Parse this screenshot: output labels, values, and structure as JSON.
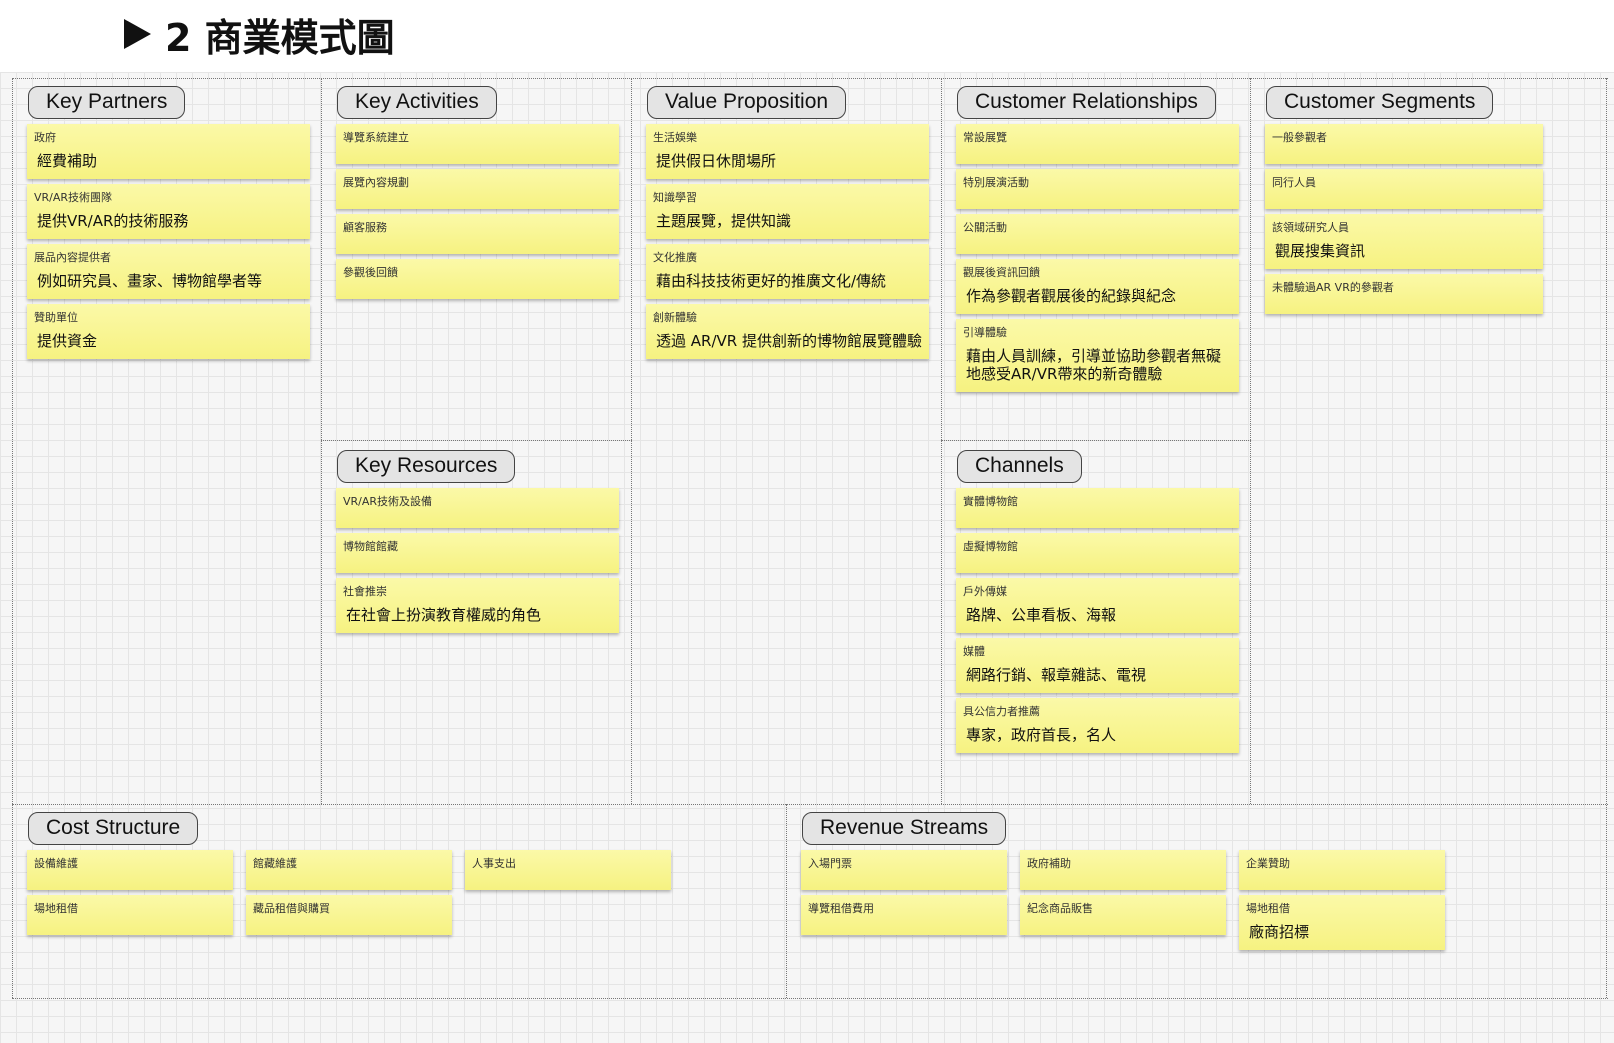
{
  "heading": {
    "text": "2 商業模式圖"
  },
  "canvas": {
    "key_partners": {
      "label": "Key Partners",
      "notes": [
        {
          "title": "政府",
          "body": "經費補助"
        },
        {
          "title": "VR/AR技術團隊",
          "body": "提供VR/AR的技術服務"
        },
        {
          "title": "展品內容提供者",
          "body": "例如研究員、畫家、博物館學者等"
        },
        {
          "title": "贊助單位",
          "body": "提供資金"
        }
      ]
    },
    "key_activities": {
      "label": "Key Activities",
      "notes": [
        {
          "title": "導覽系統建立",
          "body": ""
        },
        {
          "title": "展覽內容規劃",
          "body": ""
        },
        {
          "title": "顧客服務",
          "body": ""
        },
        {
          "title": "參觀後回饋",
          "body": ""
        }
      ]
    },
    "key_resources": {
      "label": "Key Resources",
      "notes": [
        {
          "title": "VR/AR技術及設備",
          "body": ""
        },
        {
          "title": "博物館館藏",
          "body": ""
        },
        {
          "title": "社會推崇",
          "body": "在社會上扮演教育權威的角色"
        }
      ]
    },
    "value_proposition": {
      "label": "Value Proposition",
      "notes": [
        {
          "title": "生活娛樂",
          "body": "提供假日休閒場所"
        },
        {
          "title": "知識學習",
          "body": "主題展覽，提供知識"
        },
        {
          "title": "文化推廣",
          "body": "藉由科技技術更好的推廣文化/傳統"
        },
        {
          "title": "創新體驗",
          "body": "透過 AR/VR 提供創新的博物館展覽體驗"
        }
      ]
    },
    "customer_relationships": {
      "label": "Customer Relationships",
      "notes": [
        {
          "title": "常設展覽",
          "body": ""
        },
        {
          "title": "特別展演活動",
          "body": ""
        },
        {
          "title": "公關活動",
          "body": ""
        },
        {
          "title": "觀展後資訊回饋",
          "body": "作為參觀者觀展後的紀錄與紀念"
        },
        {
          "title": "引導體驗",
          "body": "藉由人員訓練，引導並協助參觀者無礙地感受AR/VR帶來的新奇體驗"
        }
      ]
    },
    "channels": {
      "label": "Channels",
      "notes": [
        {
          "title": "實體博物館",
          "body": ""
        },
        {
          "title": "虛擬博物館",
          "body": ""
        },
        {
          "title": "戶外傳媒",
          "body": "路牌、公車看板、海報"
        },
        {
          "title": "媒體",
          "body": "網路行銷、報章雜誌、電視"
        },
        {
          "title": "具公信力者推薦",
          "body": "專家，政府首長，名人"
        }
      ]
    },
    "customer_segments": {
      "label": "Customer Segments",
      "notes": [
        {
          "title": "一般參觀者",
          "body": ""
        },
        {
          "title": "同行人員",
          "body": ""
        },
        {
          "title": "該領域研究人員",
          "body": "觀展搜集資訊"
        },
        {
          "title": "未體驗過AR VR的參觀者",
          "body": ""
        }
      ]
    },
    "cost_structure": {
      "label": "Cost Structure",
      "notes": [
        {
          "title": "設備維護",
          "body": ""
        },
        {
          "title": "館藏維護",
          "body": ""
        },
        {
          "title": "人事支出",
          "body": ""
        },
        {
          "title": "場地租借",
          "body": ""
        },
        {
          "title": "藏品租借與購買",
          "body": ""
        }
      ]
    },
    "revenue_streams": {
      "label": "Revenue Streams",
      "notes": [
        {
          "title": "入場門票",
          "body": ""
        },
        {
          "title": "政府補助",
          "body": ""
        },
        {
          "title": "企業贊助",
          "body": ""
        },
        {
          "title": "導覽租借費用",
          "body": ""
        },
        {
          "title": "紀念商品販售",
          "body": ""
        },
        {
          "title": "場地租借",
          "body": "廠商招標"
        }
      ]
    }
  }
}
